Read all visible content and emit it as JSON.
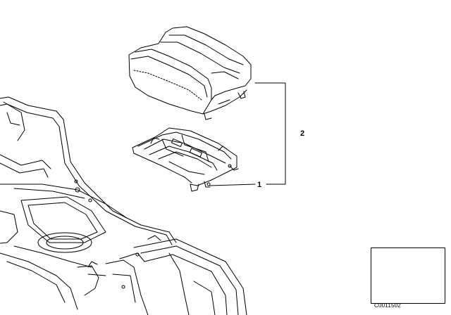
{
  "diagram": {
    "callouts": [
      {
        "number": "1",
        "part": "armrest-base-plate"
      },
      {
        "number": "2",
        "part": "armrest-assembly"
      }
    ],
    "reference_code": "C0011502",
    "colors": {
      "line": "#000000",
      "background": "#ffffff",
      "fill": "#ffffff"
    }
  }
}
